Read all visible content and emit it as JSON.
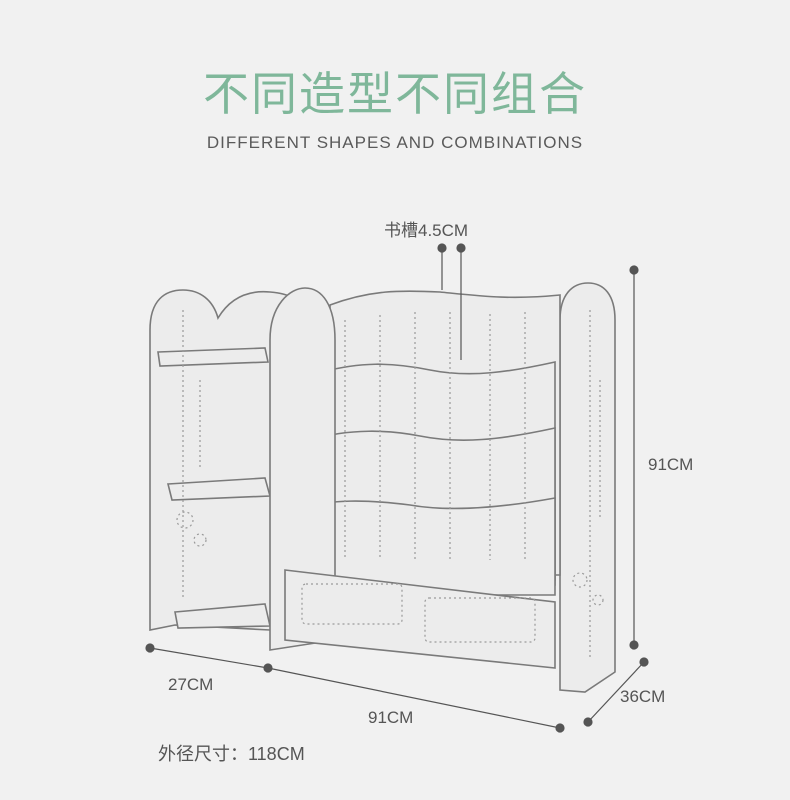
{
  "title_cn": "不同造型不同组合",
  "title_en": "DIFFERENT SHAPES AND COMBINATIONS",
  "dimensions": {
    "slot": "书槽4.5CM",
    "height": "91CM",
    "depth_left": "27CM",
    "width": "91CM",
    "depth_right": "36CM"
  },
  "outer_size": "外径尺寸：118CM",
  "colors": {
    "accent": "#7fb79a",
    "outline": "#7a7a7a",
    "fill": "#ececec"
  }
}
